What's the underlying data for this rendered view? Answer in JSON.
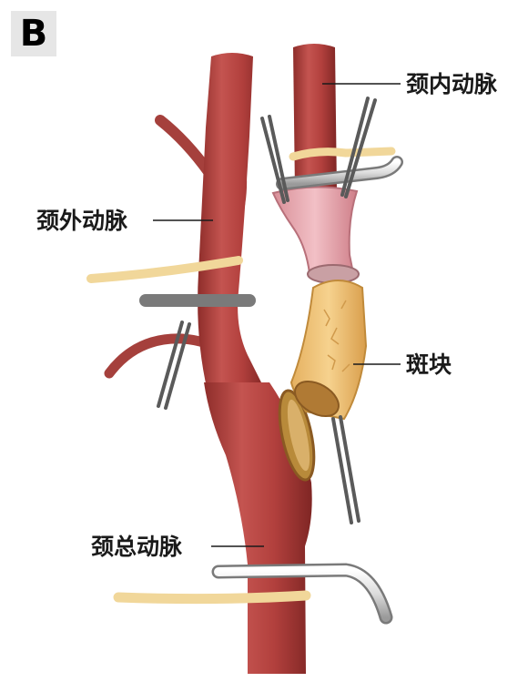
{
  "panel": {
    "letter": "B"
  },
  "labels": {
    "internal_carotid": "颈内动脉",
    "external_carotid": "颈外动脉",
    "plaque": "斑块",
    "common_carotid": "颈总动脉"
  },
  "colors": {
    "artery": "#b2403d",
    "artery_dark": "#8c2a28",
    "artery_light": "#cc6a62",
    "vessel_pink": "#e8aab0",
    "plaque": "#f0c47a",
    "plaque_dark": "#d49a45",
    "tape": "#f1d79a",
    "clamp": "#e8e8e8",
    "clamp_dark": "#606060"
  }
}
